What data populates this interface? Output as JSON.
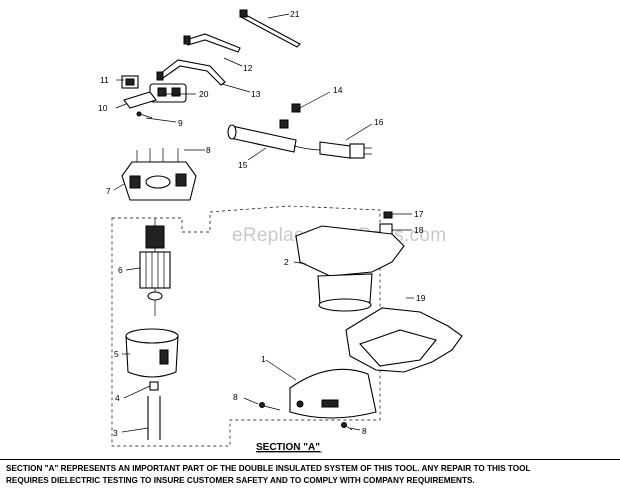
{
  "diagram": {
    "watermark": "eReplacementParts.com",
    "section_title": "SECTION \"A\"",
    "callouts": {
      "p1": "1",
      "p2": "2",
      "p3": "3",
      "p4": "4",
      "p5": "5",
      "p6": "6",
      "p7": "7",
      "p8a": "8",
      "p8b": "8",
      "p8c": "8",
      "p9": "9",
      "p10": "10",
      "p11": "11",
      "p12": "12",
      "p13": "13",
      "p14": "14",
      "p15": "15",
      "p16": "16",
      "p17": "17",
      "p18": "18",
      "p19": "19",
      "p20": "20",
      "p21": "21"
    }
  },
  "note": {
    "line1": "SECTION \"A\" REPRESENTS AN IMPORTANT PART OF THE DOUBLE INSULATED SYSTEM OF THIS TOOL. ANY REPAIR TO THIS TOOL",
    "line2": "REQUIRES DIELECTRIC TESTING TO INSURE CUSTOMER SAFETY AND TO COMPLY WITH COMPANY REQUIREMENTS."
  }
}
